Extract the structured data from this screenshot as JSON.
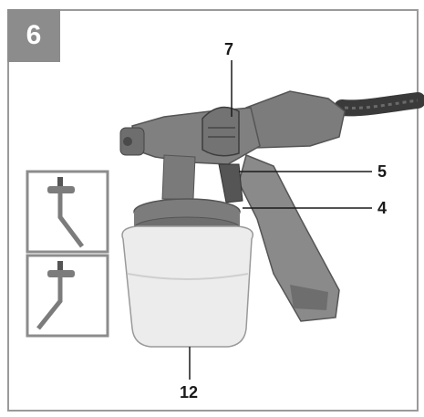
{
  "figure": {
    "step_number": "6",
    "callouts": {
      "c7": "7",
      "c5": "5",
      "c4": "4",
      "c12": "12"
    }
  },
  "colors": {
    "frame": "#9a9a9a",
    "badge": "#8c8c8c",
    "gun_body": "#7c7c7c",
    "container": "#e9e9e9"
  }
}
